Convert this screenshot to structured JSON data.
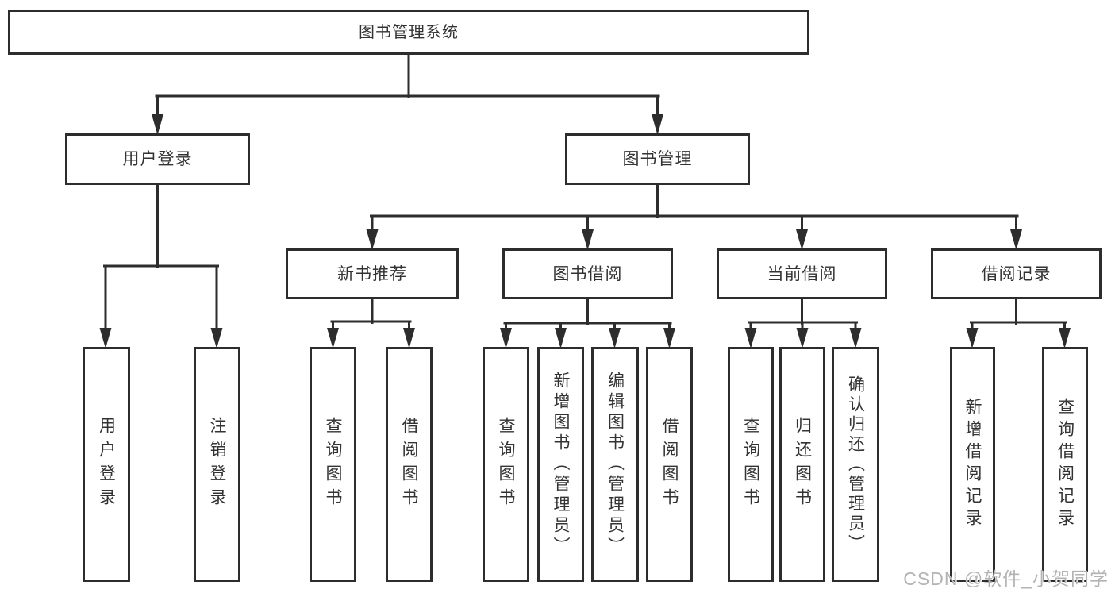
{
  "tree": {
    "label": "图书管理系统",
    "children": [
      {
        "label": "用户登录",
        "children": [
          {
            "label": "用户登录"
          },
          {
            "label": "注销登录"
          }
        ]
      },
      {
        "label": "图书管理",
        "children": [
          {
            "label": "新书推荐",
            "children": [
              {
                "label": "查询图书"
              },
              {
                "label": "借阅图书"
              }
            ]
          },
          {
            "label": "图书借阅",
            "children": [
              {
                "label": "查询图书"
              },
              {
                "label": "新增图书（管理员）"
              },
              {
                "label": "编辑图书（管理员）"
              },
              {
                "label": "借阅图书"
              }
            ]
          },
          {
            "label": "当前借阅",
            "children": [
              {
                "label": "查询图书"
              },
              {
                "label": "归还图书"
              },
              {
                "label": "确认归还（管理员）"
              }
            ]
          },
          {
            "label": "借阅记录",
            "children": [
              {
                "label": "新增借阅记录"
              },
              {
                "label": "查询借阅记录"
              }
            ]
          }
        ]
      }
    ]
  },
  "watermark": {
    "text": "CSDN @软件_小贺同学"
  },
  "colors": {
    "line": "#2d2d2d",
    "box_border": "#2d2d2d",
    "box_background": "#ffffff",
    "text": "#333333",
    "watermark": "#b3b3b3"
  }
}
